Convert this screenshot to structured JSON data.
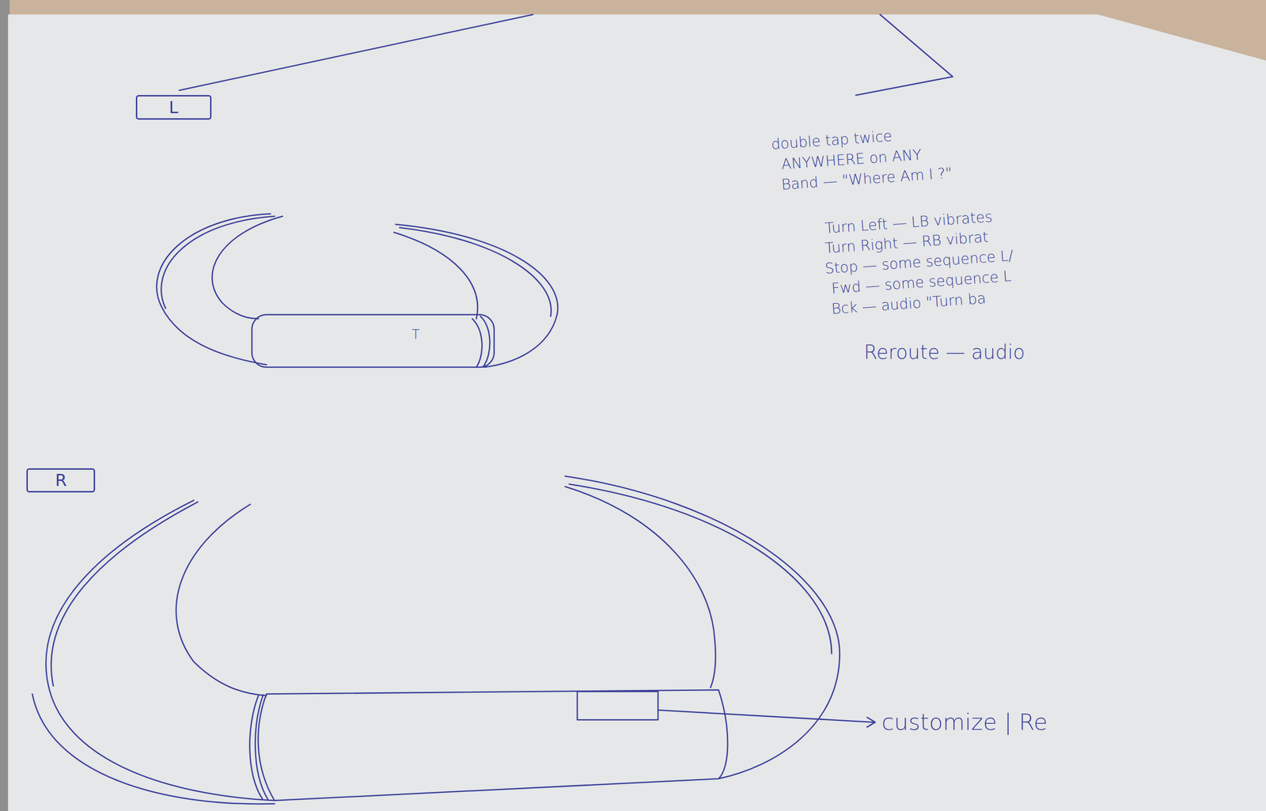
{
  "diagram": {
    "nodes": [
      {
        "text": [
          "L"
        ]
      },
      {
        "text": [
          "R"
        ]
      }
    ],
    "labels": [
      "T",
      "double tap twice",
      "ANYWHERE on ANY",
      "Band — \"Where Am I ?\"",
      "Turn Left — LB vibrates",
      "Turn Right — RB vibrat",
      "Stop — some sequence L/",
      "Fwd — some sequence L",
      "Bck — audio \"Turn ba",
      "Reroute — audio",
      "customize | Re"
    ]
  }
}
